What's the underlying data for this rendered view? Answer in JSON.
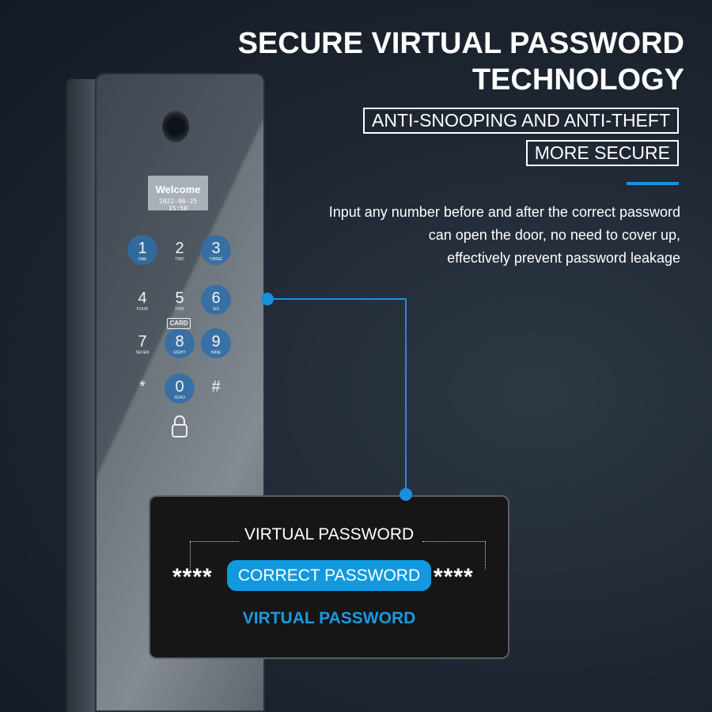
{
  "headline": {
    "line1": "SECURE VIRTUAL PASSWORD",
    "line2": "TECHNOLOGY"
  },
  "tags": [
    "ANTI-SNOOPING AND ANTI-THEFT",
    "MORE SECURE"
  ],
  "description": [
    "Input any number before and after the correct password",
    "can open the door, no need to cover up,",
    "effectively prevent password leakage"
  ],
  "lock_screen": {
    "welcome": "Welcome",
    "datetime": "2022-06-25 15:50"
  },
  "keypad": [
    {
      "n": "1",
      "s": "ONE",
      "on": true
    },
    {
      "n": "2",
      "s": "TWO",
      "on": false
    },
    {
      "n": "3",
      "s": "THREE",
      "on": true
    },
    {
      "n": "4",
      "s": "FOUR",
      "on": false
    },
    {
      "n": "5",
      "s": "FIVE",
      "on": false
    },
    {
      "n": "6",
      "s": "SIX",
      "on": true
    },
    {
      "n": "7",
      "s": "SEVEN",
      "on": false
    },
    {
      "n": "8",
      "s": "EIGHT",
      "on": true
    },
    {
      "n": "9",
      "s": "NINE",
      "on": true
    },
    {
      "n": "*",
      "s": "",
      "on": false
    },
    {
      "n": "0",
      "s": "ZERO",
      "on": true
    },
    {
      "n": "#",
      "s": "",
      "on": false
    }
  ],
  "card_label": "CARD",
  "popup": {
    "top_label": "VIRTUAL PASSWORD",
    "stars_left": "****",
    "correct": "CORRECT PASSWORD",
    "stars_right": "****",
    "bottom_label": "VIRTUAL PASSWORD"
  },
  "colors": {
    "accent": "#1a8fe0",
    "pill": "#1199e0"
  }
}
